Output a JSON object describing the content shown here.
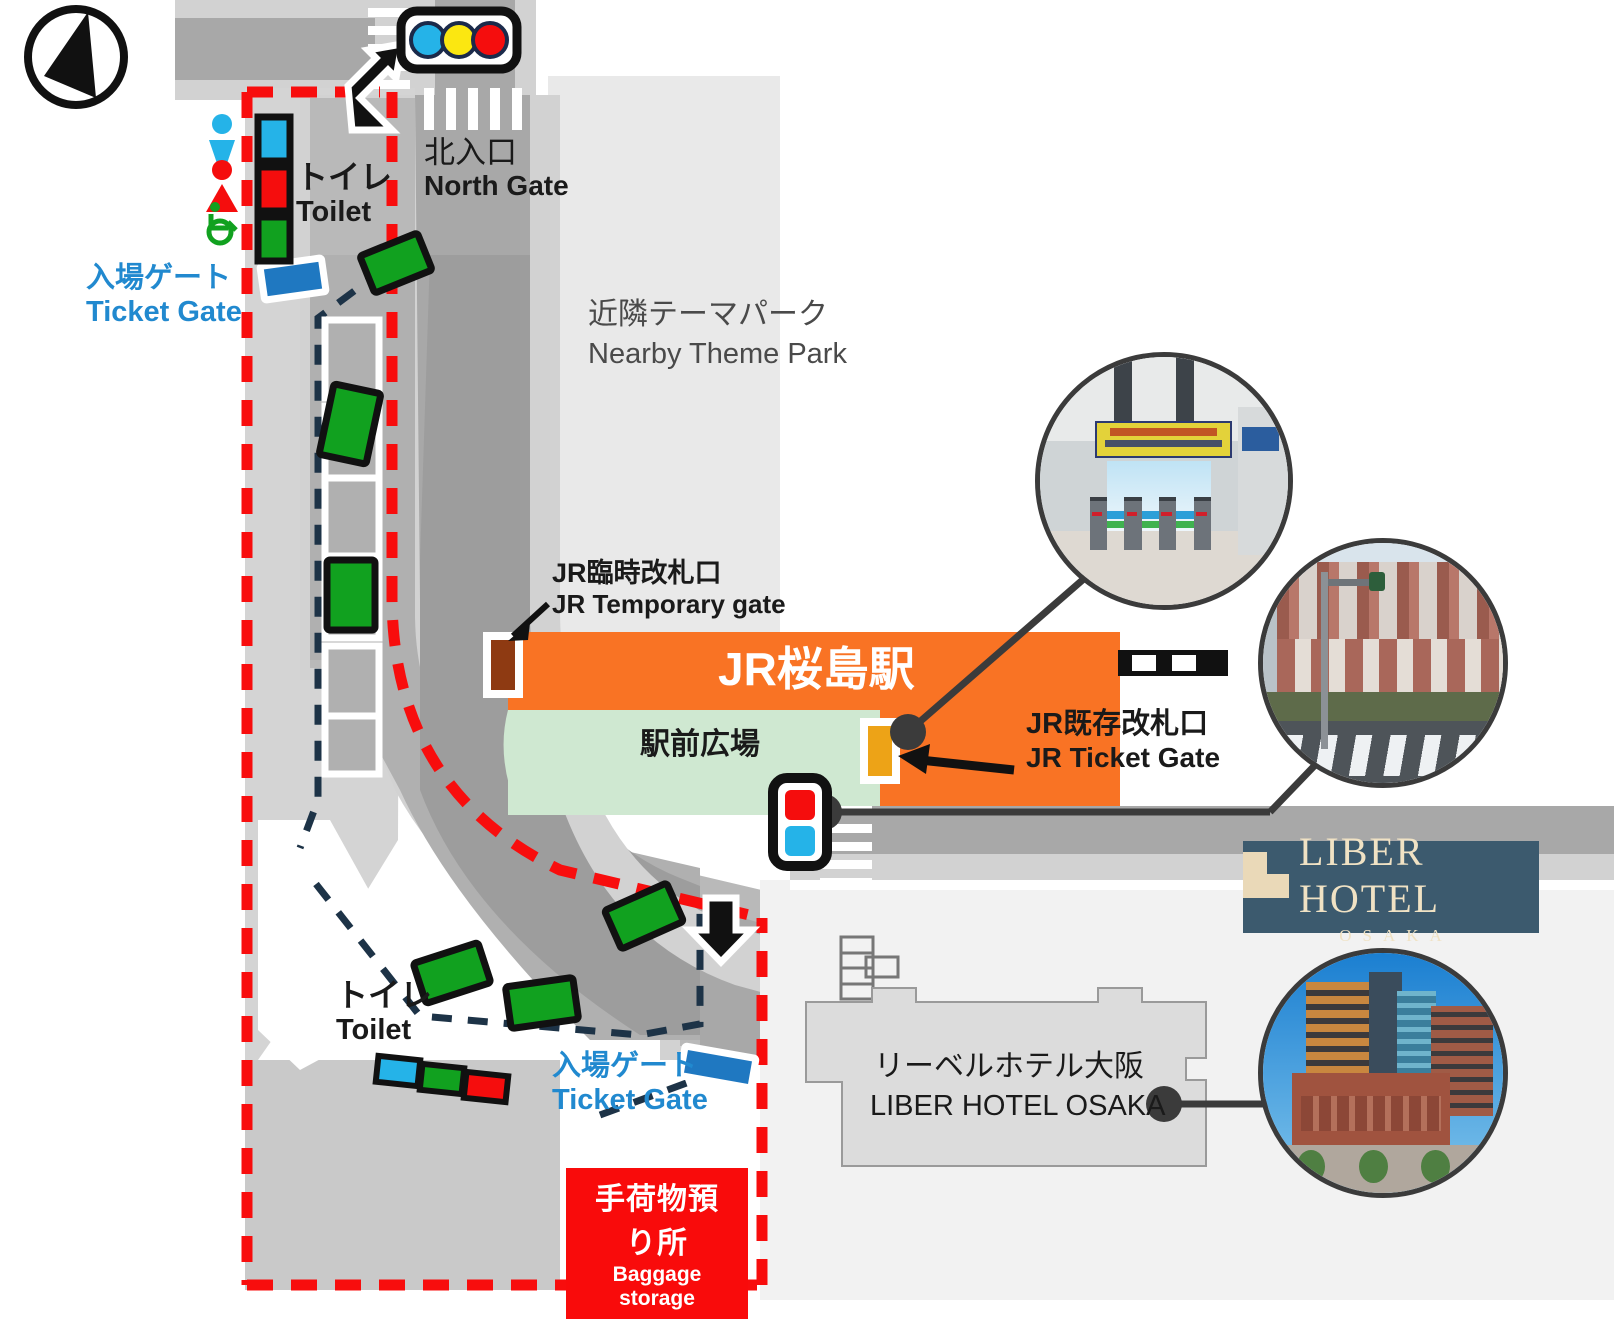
{
  "map": {
    "title_station_jp": "JR桜島駅",
    "compass": "north-arrow",
    "labels": {
      "north_gate_jp": "北入口",
      "north_gate_en": "North Gate",
      "toilet_jp": "トイレ",
      "toilet_en": "Toilet",
      "toilet2_jp": "トイレ",
      "toilet2_en": "Toilet",
      "ticket_gate_jp": "入場ゲート",
      "ticket_gate_en": "Ticket Gate",
      "ticket_gate2_jp": "入場ゲート",
      "ticket_gate2_en": "Ticket Gate",
      "theme_park_jp": "近隣テーマパーク",
      "theme_park_en": "Nearby Theme Park",
      "jr_temp_gate_jp": "JR臨時改札口",
      "jr_temp_gate_en": "JR Temporary gate",
      "jr_ticket_gate_jp": "JR既存改札口",
      "jr_ticket_gate_en": "JR Ticket Gate",
      "station_plaza_jp": "駅前広場",
      "hotel_jp": "リーベルホテル大阪",
      "hotel_en": "LIBER HOTEL OSAKA",
      "baggage_jp": "手荷物預り所",
      "baggage_en": "Baggage storage"
    },
    "hotel_banner": {
      "name": "LIBER HOTEL",
      "sub": "OSAKA"
    },
    "colors": {
      "route_red": "#f80d0d",
      "queue_navy": "#1d3347",
      "station_orange": "#f97324",
      "plaza_green": "#cfe8d1",
      "gate_blue": "#1f78c1",
      "gate_green": "#11a11f",
      "gate_brown": "#8e3a12",
      "gate_orange": "#eda317",
      "label_blue": "#2189cf",
      "baggage_red": "#f90b0b",
      "hotel_navy": "#3c5a6e",
      "hotel_cream": "#f0e2c4",
      "road_dark": "#a8a8a8",
      "road_light": "#d2d2d2",
      "building_grey": "#e6e6e6"
    },
    "icons": {
      "compass": "compass-north-icon",
      "toilet_male": "male-toilet-icon",
      "toilet_female": "female-toilet-icon",
      "toilet_accessible": "wheelchair-accessible-icon",
      "traffic_light_vehicle": "vehicle-traffic-light-icon",
      "traffic_light_pedestrian": "pedestrian-traffic-light-icon",
      "railway": "railway-track-icon",
      "stairs": "stairs-icon",
      "arrow_entry_north": "entry-direction-arrow-icon",
      "arrow_entry_south": "entry-direction-arrow-icon"
    },
    "photos": [
      {
        "name": "jr-ticket-gate-interior-photo"
      },
      {
        "name": "crosswalk-street-photo"
      },
      {
        "name": "liber-hotel-exterior-photo"
      }
    ]
  }
}
